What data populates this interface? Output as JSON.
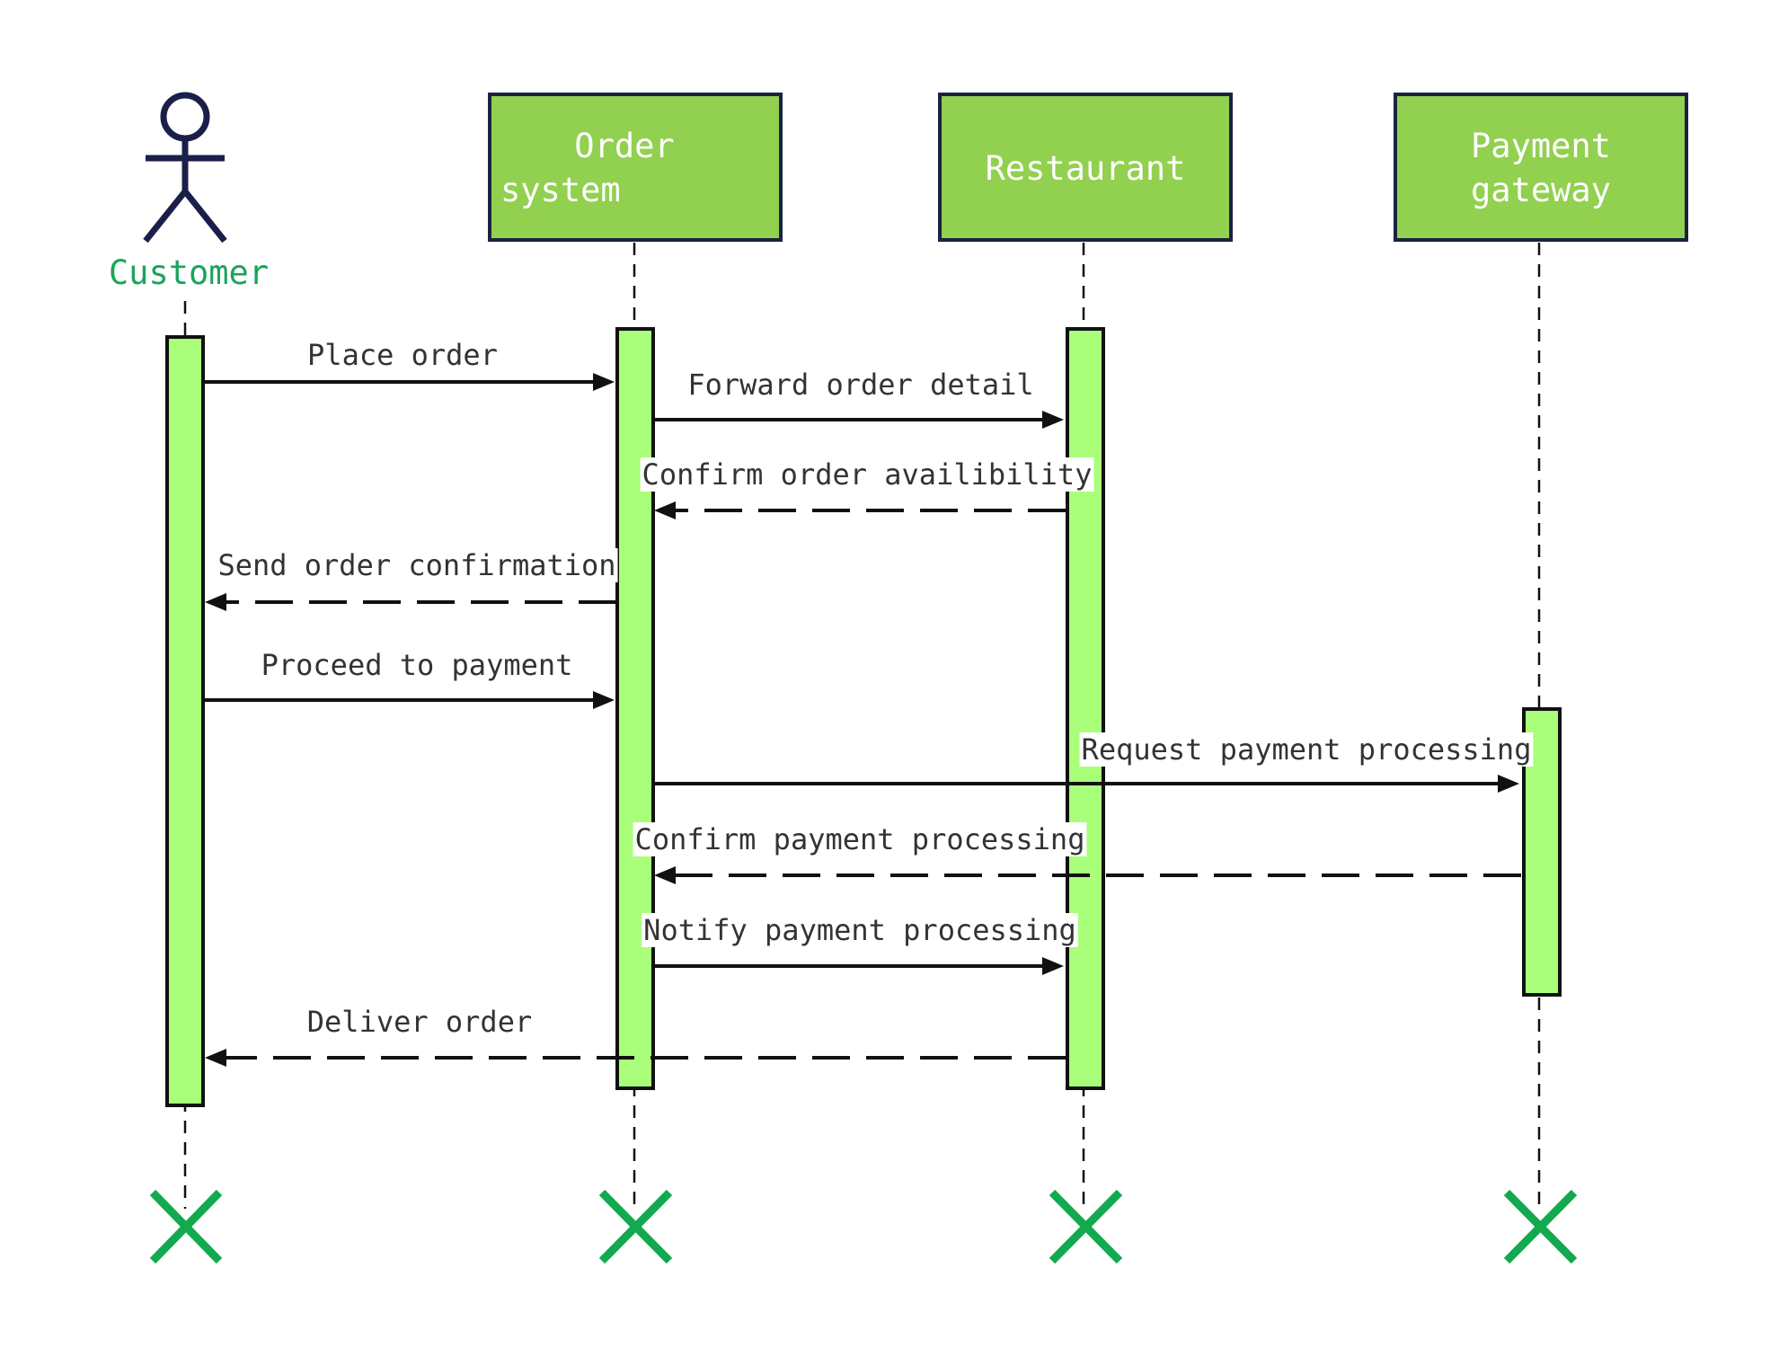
{
  "colors": {
    "header_fill": "#92d050",
    "header_stroke": "#1a2340",
    "activation_fill": "#a9fe7a",
    "activation_stroke": "#111111",
    "actor_stroke": "#1a1f4a",
    "actor_label": "#1aa55a",
    "terminator": "#13a94f",
    "text": "#333333"
  },
  "participants": [
    {
      "name": "Customer",
      "kind": "actor"
    },
    {
      "name": "Order system",
      "lines": [
        "Order",
        "system"
      ],
      "kind": "box"
    },
    {
      "name": "Restaurant",
      "lines": [
        "Restaurant"
      ],
      "kind": "box"
    },
    {
      "name": "Payment gateway",
      "lines": [
        "Payment",
        "gateway"
      ],
      "kind": "box"
    }
  ],
  "messages": [
    {
      "label": "Place order",
      "from": 0,
      "to": 1,
      "style": "solid"
    },
    {
      "label": "Forward order detail",
      "from": 1,
      "to": 2,
      "style": "solid"
    },
    {
      "label": "Confirm order availibility",
      "from": 2,
      "to": 1,
      "style": "dashed"
    },
    {
      "label": "Send order confirmation",
      "from": 1,
      "to": 0,
      "style": "dashed"
    },
    {
      "label": "Proceed to payment",
      "from": 0,
      "to": 1,
      "style": "solid"
    },
    {
      "label": "Request payment processing",
      "from": 1,
      "to": 3,
      "style": "solid"
    },
    {
      "label": "Confirm payment processing",
      "from": 3,
      "to": 1,
      "style": "dashed"
    },
    {
      "label": "Notify payment processing",
      "from": 1,
      "to": 2,
      "style": "solid"
    },
    {
      "label": "Deliver order",
      "from": 2,
      "to": 0,
      "style": "dashed"
    }
  ]
}
